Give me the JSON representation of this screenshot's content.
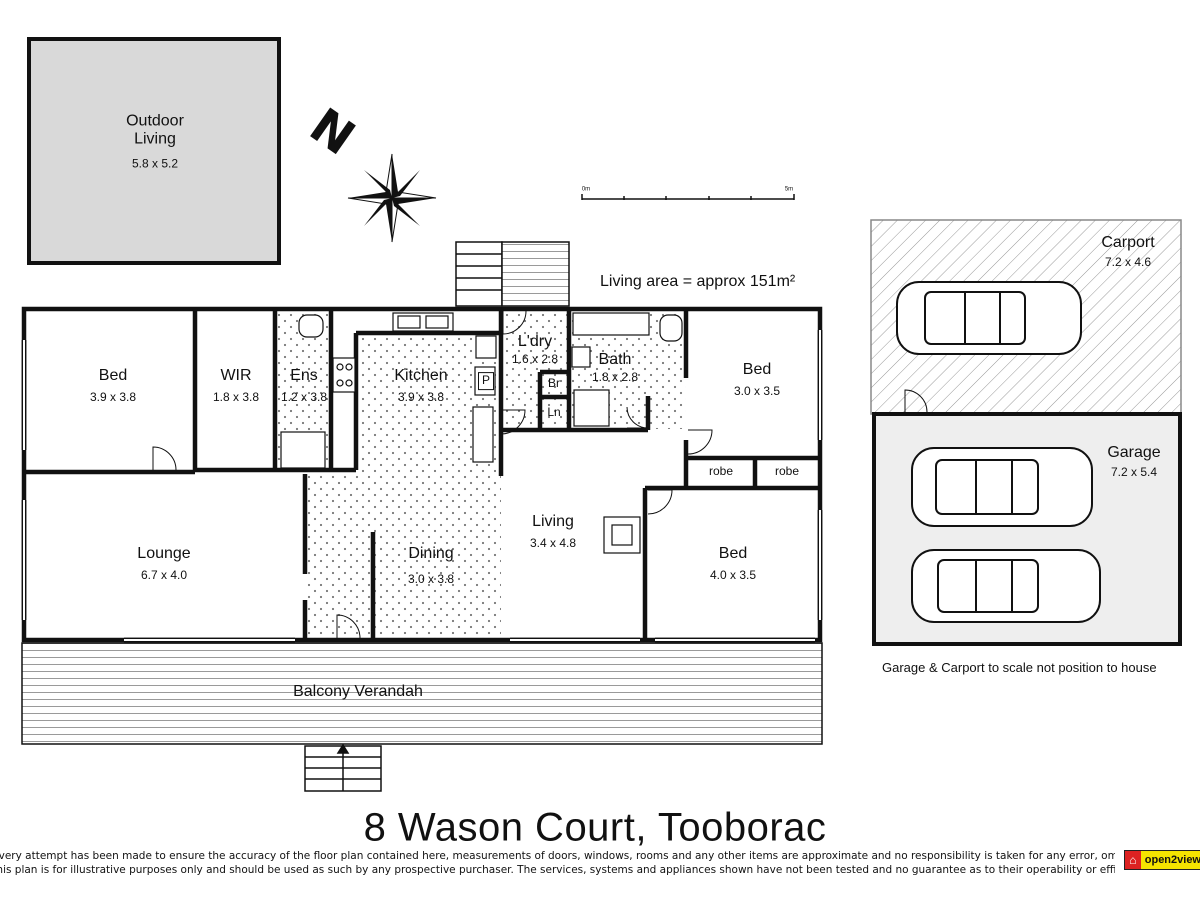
{
  "rooms": {
    "outdoor": {
      "name": "Outdoor\nLiving",
      "size": "5.8 x 5.2"
    },
    "bed1": {
      "name": "Bed",
      "size": "3.9 x 3.8"
    },
    "wir": {
      "name": "WIR",
      "size": "1.8 x 3.8"
    },
    "ens": {
      "name": "Ens",
      "size": "1.2 x 3.8"
    },
    "kitchen": {
      "name": "Kitchen",
      "size": "3.9 x 3.8"
    },
    "pantry": {
      "name": "P"
    },
    "laundry": {
      "name": "L'dry",
      "size": "1.6 x 2.8"
    },
    "broom": {
      "name": "Br"
    },
    "linen": {
      "name": "Ln"
    },
    "bath": {
      "name": "Bath",
      "size": "1.8 x 2.8"
    },
    "bed2": {
      "name": "Bed",
      "size": "3.0 x 3.5"
    },
    "robe1": {
      "name": "robe"
    },
    "robe2": {
      "name": "robe"
    },
    "lounge": {
      "name": "Lounge",
      "size": "6.7 x 4.0"
    },
    "dining": {
      "name": "Dining",
      "size": "3.0 x 3.8"
    },
    "living": {
      "name": "Living",
      "size": "3.4 x 4.8"
    },
    "bed3": {
      "name": "Bed",
      "size": "4.0 x 3.5"
    },
    "verandah": {
      "name": "Balcony Verandah"
    },
    "carport": {
      "name": "Carport",
      "size": "7.2 x 4.6"
    },
    "garage": {
      "name": "Garage",
      "size": "7.2 x 5.4"
    }
  },
  "living_area": "Living area = approx 151m²",
  "north": "N",
  "scale_bar": {
    "start": "0m",
    "end": "5m"
  },
  "garage_note": "Garage & Carport to scale not position to house",
  "title": "8 Wason Court, Tooborac",
  "disclaimer": [
    "Every attempt has been made to ensure the accuracy of the floor plan contained here, measurements of doors, windows, rooms and any other items are approximate and no responsibility is taken for any error, omission, or mis-statement.",
    "This plan is for illustrative purposes only and should be used as such by any prospective purchaser. The services, systems and appliances shown have not been tested and no guarantee as to their operability or efficiency can be given."
  ],
  "logo": "open2view",
  "colors": {
    "wall": "#111111",
    "hatch": "#888888",
    "garage_fill": "#eeeeee",
    "outdoor_fill": "#d9d9d9",
    "logo_bg": "#f5e400"
  }
}
